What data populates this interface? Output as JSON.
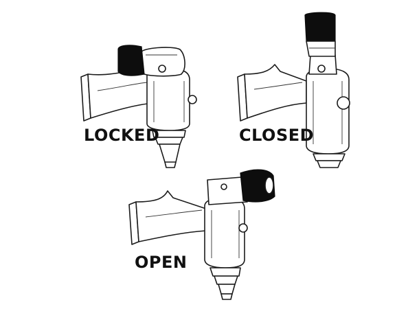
{
  "figure": {
    "panels": [
      {
        "id": "locked",
        "label": "LOCKED",
        "handle_position": "horizontal-back"
      },
      {
        "id": "closed",
        "label": "CLOSED",
        "handle_position": "upright"
      },
      {
        "id": "open",
        "label": "OPEN",
        "handle_position": "horizontal-forward"
      }
    ],
    "colors": {
      "line": "#1a1a1a",
      "handle": "#0d0d0d",
      "background": "#ffffff"
    }
  }
}
